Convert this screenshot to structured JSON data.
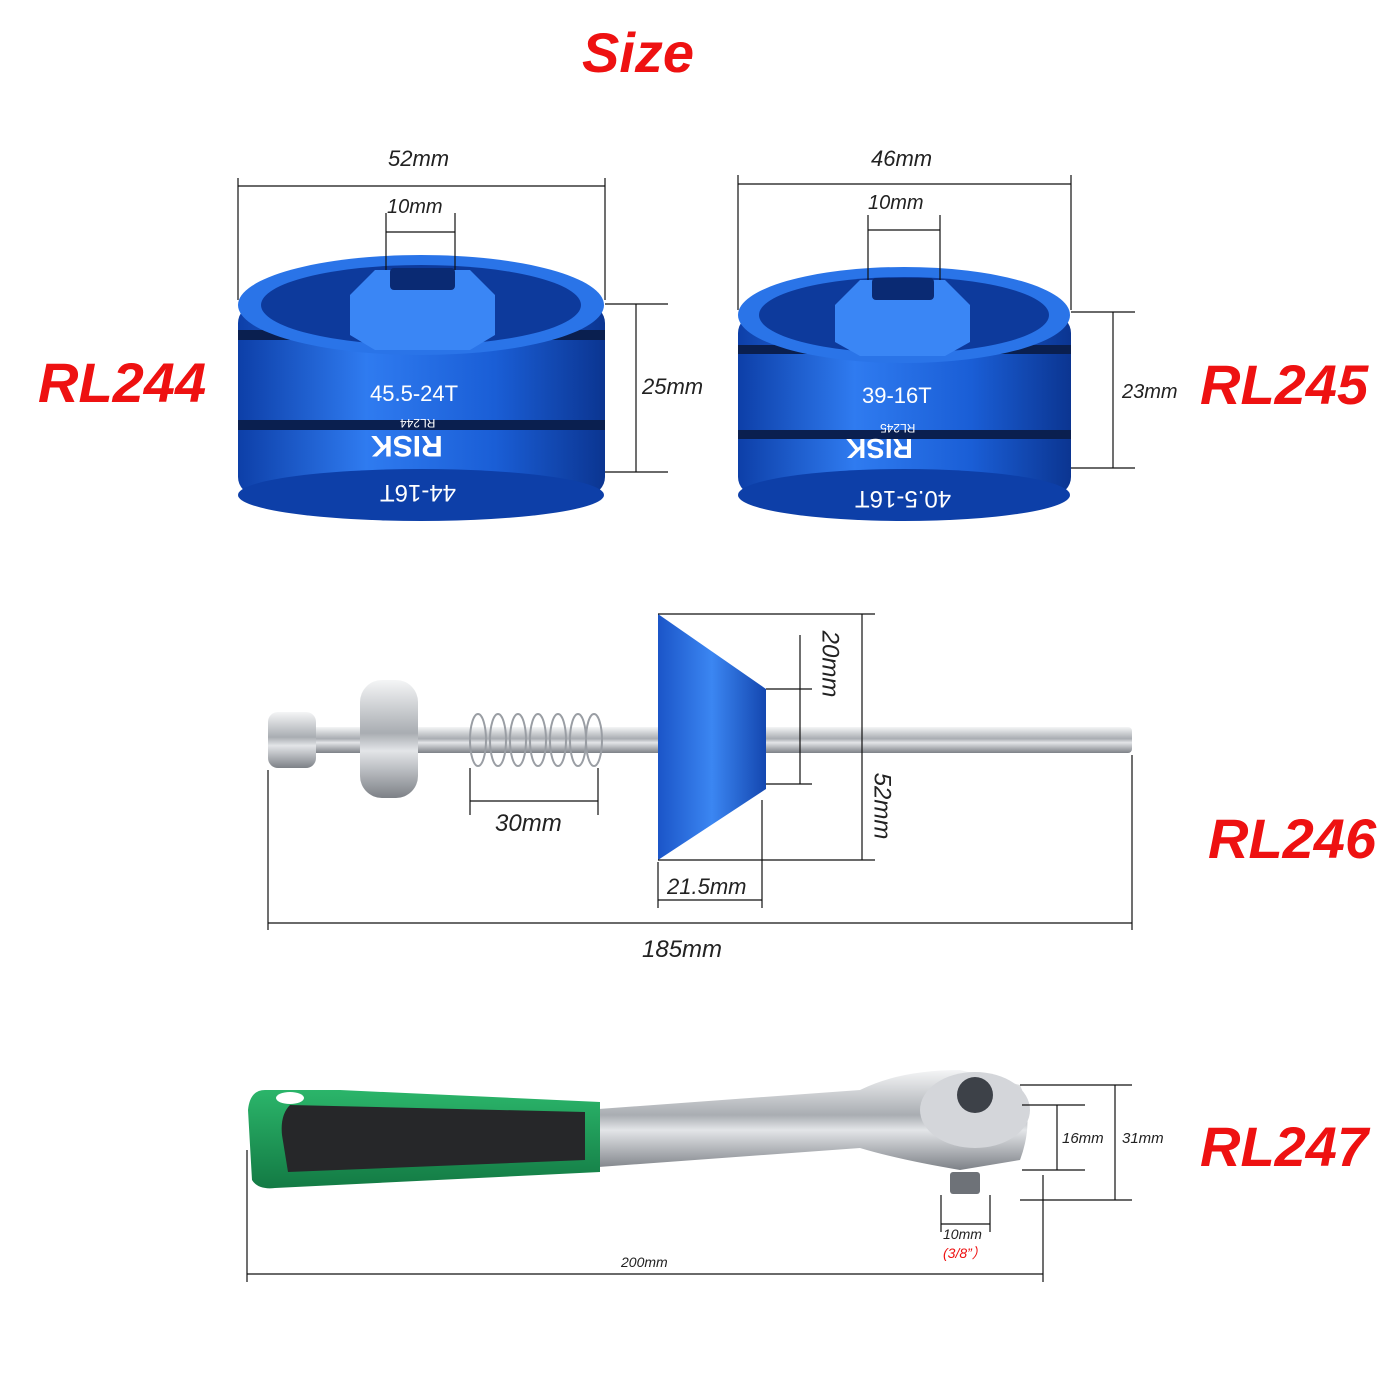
{
  "header": {
    "title": "Size"
  },
  "colors": {
    "accent": "#ee1111",
    "tool_blue": "#1f63d6",
    "grip_green": "#1d9a5a",
    "chrome": "#c7c9cc"
  },
  "products": {
    "rl244": {
      "name": "RL244",
      "width": "52mm",
      "drive": "10mm",
      "height": "25mm",
      "engraving_top": "45.5-24T",
      "engraving_bottom": "44-16T",
      "brand": "RISK",
      "model_mark": "RL244"
    },
    "rl245": {
      "name": "RL245",
      "width": "46mm",
      "drive": "10mm",
      "height": "23mm",
      "engraving_top": "39-16T",
      "engraving_bottom": "40.5-16T",
      "brand": "RISK",
      "model_mark": "RL245"
    },
    "rl246": {
      "name": "RL246",
      "cone_inner": "20mm",
      "cone_outer": "52mm",
      "spring": "30mm",
      "cone_depth": "21.5mm",
      "total_length": "185mm"
    },
    "rl247": {
      "name": "RL247",
      "head_inner": "16mm",
      "head_outer": "31mm",
      "drive": "10mm",
      "drive_inch": "(3/8”）",
      "total_length": "200mm"
    }
  }
}
